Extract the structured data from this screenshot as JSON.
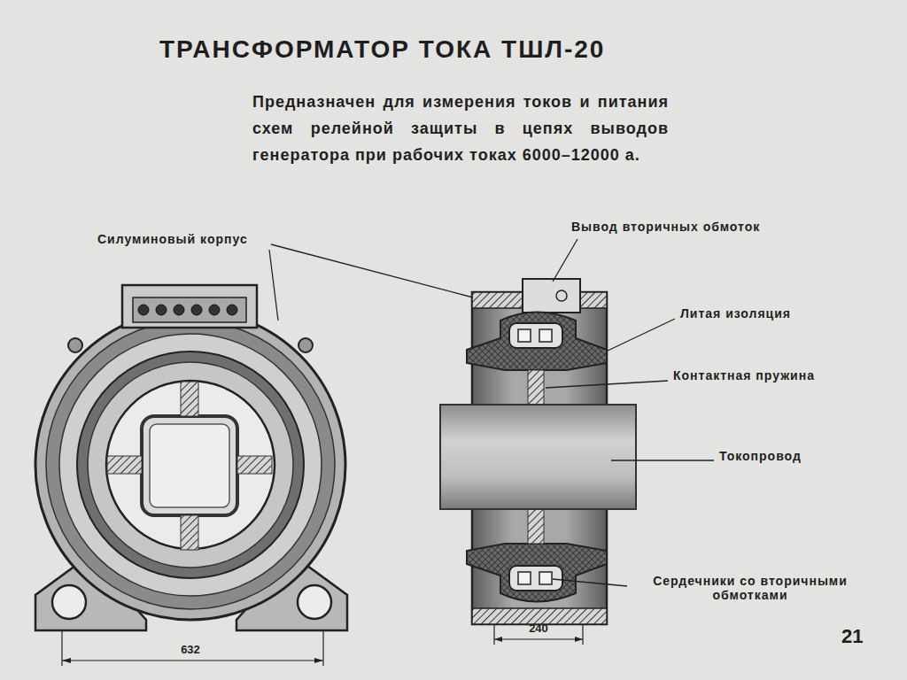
{
  "diagram": {
    "title": "ТРАНСФОРМАТОР ТОКА ТШЛ-20",
    "labels": [
      "Предназначен для измерения токов и питания схем релейной защиты в цепях выводов генератора при рабочих токах 6000–12000 а.",
      "Силуминовый корпус",
      "Вывод вторичных обмоток",
      "Литая изоляция",
      "Контактная пружина",
      "Токопровод",
      "Сердечники со вторичными обмотками",
      "632",
      "240",
      "21"
    ]
  }
}
